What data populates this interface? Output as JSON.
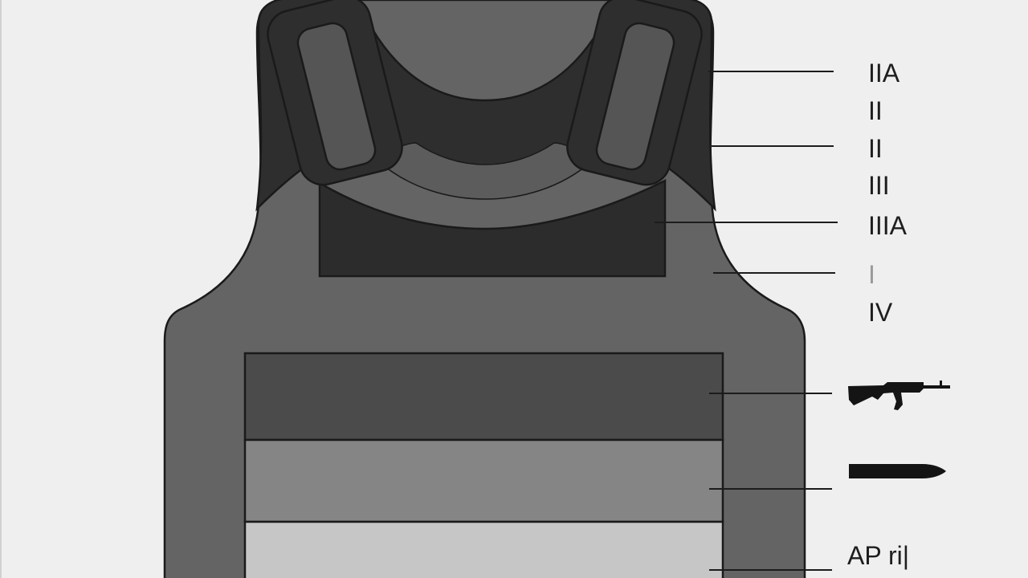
{
  "colors": {
    "background": "#efefef",
    "vest_body": "#646464",
    "vest_collar": "#2e2e2e",
    "collar_ring": "#5c5c5c",
    "chest_plate": "#2c2c2c",
    "strap_pad": "#555555",
    "band_top": "#4b4b4b",
    "band_middle": "#858585",
    "band_bottom": "#c6c6c6",
    "outline": "#1a1a1a"
  },
  "labels": [
    {
      "id": "iia-top",
      "text": "IIA",
      "faint": false
    },
    {
      "id": "ii-first",
      "text": "II",
      "faint": false
    },
    {
      "id": "ii-second",
      "text": "II",
      "faint": false
    },
    {
      "id": "iii",
      "text": "III",
      "faint": false
    },
    {
      "id": "iiia",
      "text": "IIIA",
      "faint": false
    },
    {
      "id": "i-faint",
      "text": "I",
      "faint": true
    },
    {
      "id": "iv",
      "text": "IV",
      "faint": false
    },
    {
      "id": "ap-rifle",
      "text": "AP ri|",
      "faint": false
    }
  ],
  "icons": [
    {
      "id": "rifle",
      "name": "rifle-icon"
    },
    {
      "id": "bullet",
      "name": "bullet-icon"
    }
  ]
}
